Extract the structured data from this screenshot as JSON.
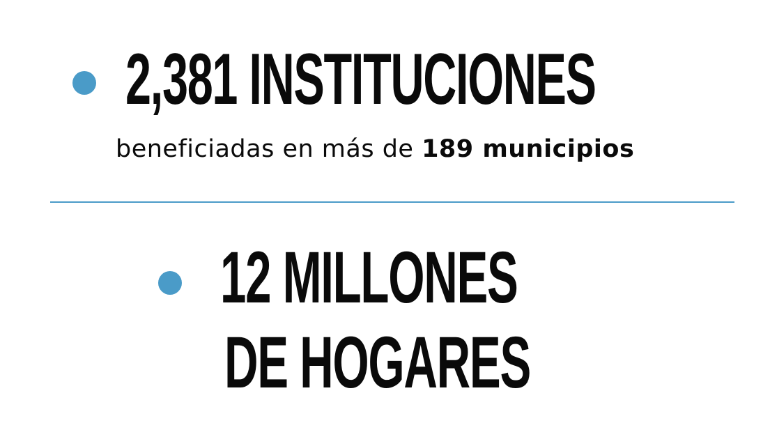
{
  "colors": {
    "accent": "#4a9bc8",
    "text": "#0a0a0a",
    "background": "#ffffff"
  },
  "stat_1": {
    "headline": "2,381 INSTITUCIONES",
    "sub_prefix": "beneficiadas en más de ",
    "sub_strong": "189 municipios"
  },
  "stat_2": {
    "headline_line_1": "12 MILLONES",
    "headline_line_2": "DE HOGARES"
  }
}
